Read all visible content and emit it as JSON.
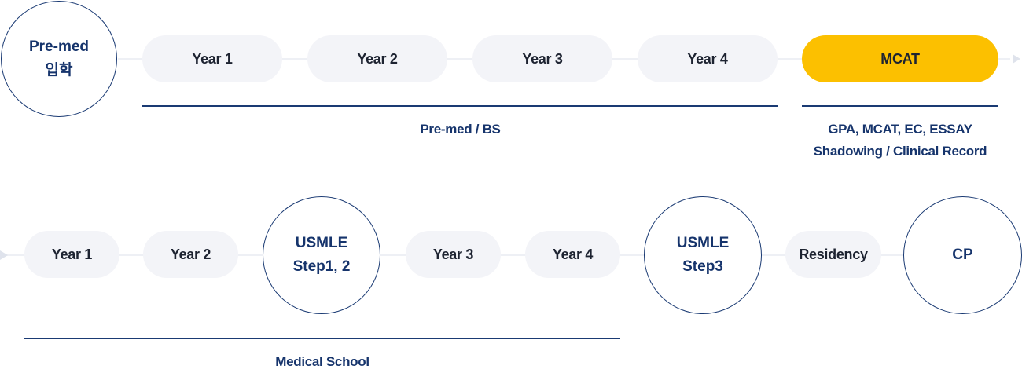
{
  "row1": {
    "start": {
      "line1": "Pre-med",
      "line2": "입학"
    },
    "years": [
      "Year 1",
      "Year 2",
      "Year 3",
      "Year 4"
    ],
    "mcat": "MCAT",
    "premed_caption": "Pre-med / BS",
    "mcat_caption_line1": "GPA, MCAT, EC, ESSAY",
    "mcat_caption_line2": "Shadowing / Clinical Record"
  },
  "row2": {
    "year1": "Year 1",
    "year2": "Year 2",
    "step12": {
      "line1": "USMLE",
      "line2": "Step1, 2"
    },
    "year3": "Year 3",
    "year4": "Year 4",
    "step3": {
      "line1": "USMLE",
      "line2": "Step3"
    },
    "residency": "Residency",
    "cp": "CP",
    "medschool_caption": "Medical School"
  },
  "colors": {
    "accent": "#fcc000",
    "navy": "#1a3a73",
    "pill_bg": "#f3f4f8",
    "connector": "#eef0f5"
  }
}
